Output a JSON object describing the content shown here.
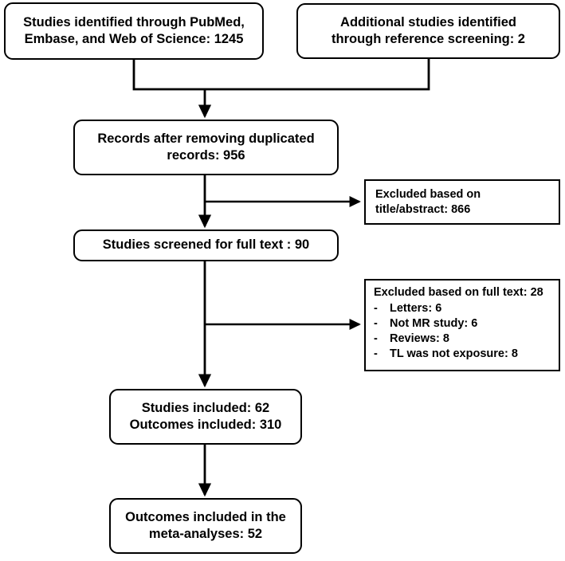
{
  "diagram": {
    "title": "PRISMA study selection flow diagram",
    "stroke_color": "#000000",
    "background_color": "#ffffff"
  },
  "nodes": {
    "sources": {
      "line1": "Studies identified through PubMed,",
      "line2": "Embase, and Web of Science: 1245",
      "count": 1245
    },
    "additional": {
      "line1": "Additional studies identified",
      "line2": "through reference screening: 2",
      "count": 2
    },
    "dedup": {
      "line1": "Records after removing duplicated",
      "line2": "records: 956",
      "count": 956
    },
    "screened": {
      "line1": "Studies screened for full text : 90",
      "count": 90
    },
    "included": {
      "line1": "Studies included: 62",
      "line2": "Outcomes included: 310",
      "studies": 62,
      "outcomes": 310
    },
    "meta": {
      "line1": "Outcomes included in the",
      "line2": "meta-analyses: 52",
      "count": 52
    },
    "excluded_title": {
      "line1": "Excluded based on",
      "line2": "title/abstract: 866",
      "count": 866
    },
    "excluded_full": {
      "heading": "Excluded based on full text: 28",
      "count": 28,
      "dash": "-",
      "reasons": [
        {
          "label": "Letters: 6",
          "value": 6
        },
        {
          "label": "Not MR study: 6",
          "value": 6
        },
        {
          "label": "Reviews: 8",
          "value": 8
        },
        {
          "label": "TL was not exposure: 8",
          "value": 8
        }
      ]
    }
  }
}
